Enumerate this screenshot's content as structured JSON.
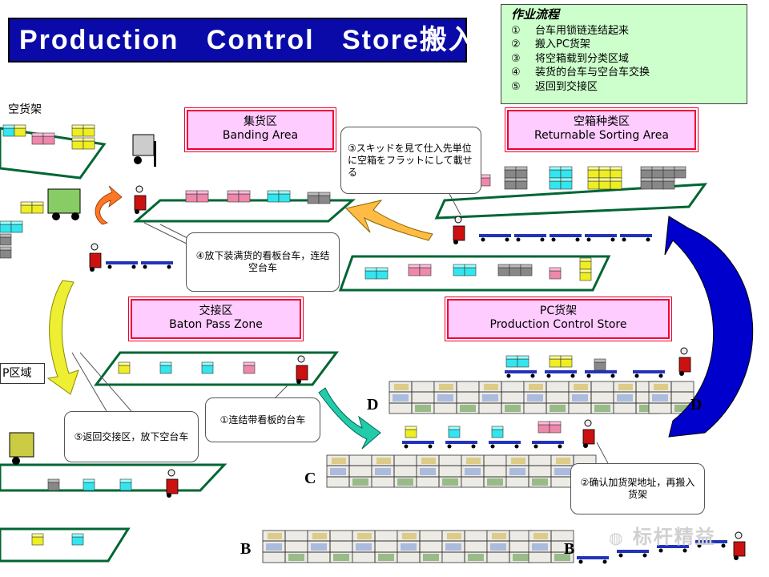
{
  "title": "Production   Control   Store搬入",
  "steps": {
    "heading": "作业流程",
    "items": [
      {
        "num": "①",
        "text": "台车用锁链连结起来"
      },
      {
        "num": "②",
        "text": "搬入PC货架"
      },
      {
        "num": "③",
        "text": "将空箱载到分类区域"
      },
      {
        "num": "④",
        "text": "装货的台车与空台车交换"
      },
      {
        "num": "⑤",
        "text": "返回到交接区"
      }
    ]
  },
  "zones": {
    "banding": {
      "cn": "集货区",
      "en": "Banding Area"
    },
    "returnable": {
      "cn": "空箱种类区",
      "en": "Returnable Sorting Area"
    },
    "baton": {
      "cn": "交接区",
      "en": "Baton Pass Zone"
    },
    "pc": {
      "cn": "PC货架",
      "en": "Production Control Store"
    }
  },
  "callouts": {
    "c3": "③スキッドを見て仕入先単位に空箱をフラットにして載せる",
    "c4": "④放下装满货的看板台车，连结空台车",
    "c1": "①连结带看板的台车",
    "c5": "⑤返回交接区，放下空台车",
    "c2": "②确认加货架地址，再搬入货架"
  },
  "labels": {
    "empty_rack": "空货架",
    "p_area": "P区域"
  },
  "rack_letters": {
    "d_left": "D",
    "d_right": "D",
    "c": "C",
    "b_left": "B",
    "b_right": "B"
  },
  "watermark": "标杆精益",
  "colors": {
    "banner": "#0a0aa8",
    "note_bg": "#ccffcc",
    "zone_bg": "#ffccff",
    "zone_border": "#ee0033",
    "arrow_blue": "#0000cc",
    "arrow_orange": "#ffbb44",
    "arrow_yellow": "#eeee33",
    "arrow_teal": "#22ccaa",
    "floor_green": "#006633"
  }
}
